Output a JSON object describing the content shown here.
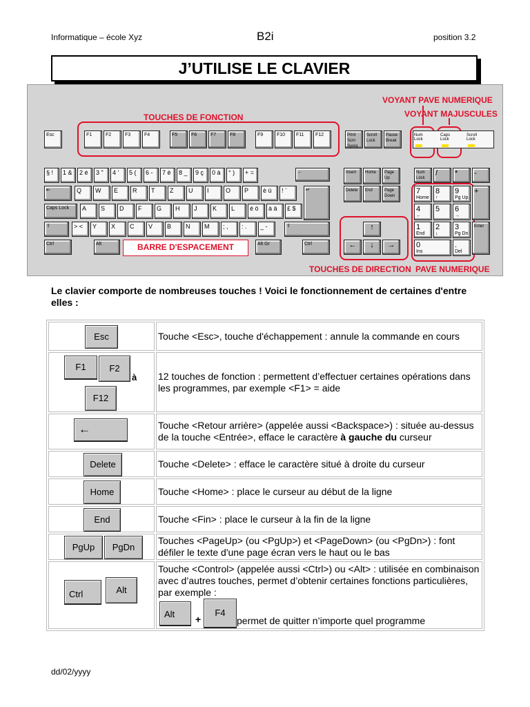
{
  "header": {
    "left": "Informatique – école Xyz",
    "center": "B2i",
    "right": "position 3.2"
  },
  "title": "J’UTILISE LE CLAVIER",
  "keyboard": {
    "labels": {
      "fonction": "TOUCHES DE FONCTION",
      "voyant_num": "VOYANT PAVE NUMERIQUE",
      "voyant_maj": "VOYANT MAJUSCULES",
      "espace": "BARRE D'ESPACEMENT",
      "direction": "TOUCHES DE DIRECTION",
      "pave": "PAVE NUMERIQUE"
    },
    "keys": {
      "esc": "Esc",
      "f1": "F1",
      "f2": "F2",
      "f3": "F3",
      "f4": "F4",
      "f5": "F5",
      "f6": "F6",
      "f7": "F7",
      "f8": "F8",
      "f9": "F9",
      "f10": "F10",
      "f11": "F11",
      "f12": "F12",
      "print": "Print Scrn Sysrq",
      "scroll": "Scroll Lock",
      "pause": "Pause Break",
      "numlock_led": "Num Lock",
      "caps_led": "Caps Lock",
      "scroll_led": "Scroll Lock",
      "insert": "Insert",
      "home": "Home",
      "pageup": "Page Up",
      "delete": "Delete",
      "end": "End",
      "pagedown": "Page Down",
      "numlock": "Num Lock",
      "div": "/",
      "mul": "*",
      "minus": "-",
      "plus": "+",
      "n7": "7",
      "n7s": "Home",
      "n8": "8",
      "n8s": "↑",
      "n9": "9",
      "n9s": "Pg Up",
      "n4": "4",
      "n4s": "←",
      "n5": "5",
      "n6": "6",
      "n6s": "→",
      "n1": "1",
      "n1s": "End",
      "n2": "2",
      "n2s": "↓",
      "n3": "3",
      "n3s": "Pg Dn",
      "n0": "0",
      "n0s": "Ins",
      "ndot": ".",
      "ndots": "Del",
      "enter": "Enter",
      "capslock": "Caps Lock",
      "ctrl": "Ctrl",
      "alt": "Alt",
      "altgr": "Alt Gr",
      "up": "↑",
      "down": "↓",
      "left": "←",
      "right": "→",
      "back": "←",
      "tab": "⇤",
      "shift": "⇧",
      "ret": "↵"
    },
    "row1": [
      "§ !",
      "1 &",
      "2 é",
      "3 \"",
      "4 '",
      "5 (",
      "6 -",
      "7 è",
      "8 _",
      "9 ç",
      "0 à",
      "° )",
      "+ ="
    ],
    "row2": [
      "Q",
      "W",
      "E",
      "R",
      "T",
      "Z",
      "U",
      "I",
      "O",
      "P",
      "è ü",
      "! ¨"
    ],
    "row3": [
      "A",
      "S",
      "D",
      "F",
      "G",
      "H",
      "J",
      "K",
      "L",
      "é ö",
      "à ä",
      "£ $"
    ],
    "row4": [
      "> <",
      "Y",
      "X",
      "C",
      "V",
      "B",
      "N",
      "M",
      "; ,",
      ": .",
      "_ -"
    ]
  },
  "intro": "Le clavier comporte de nombreuses touches ! Voici le fonctionnement de certaines d'entre elles :",
  "rows": [
    {
      "keys": [
        "Esc"
      ],
      "text": "Touche <Esc>, touche d'échappement : annule la commande en cours"
    },
    {
      "keys": [
        "F1",
        "F2",
        "F12"
      ],
      "sep": "à",
      "text": "12 touches de fonction : permettent d’effectuer certaines opérations dans les programmes, par exemple <F1> = aide"
    },
    {
      "keys": [
        "←"
      ],
      "text_a": "Touche <Retour arrière> (appelée aussi <Backspace>) : située au-dessus de la touche <Entrée>, efface le caractère ",
      "text_b": "à gauche du",
      "text_c": " curseur"
    },
    {
      "keys": [
        "Delete"
      ],
      "text": "Touche <Delete> : efface le caractère situé à droite du curseur"
    },
    {
      "keys": [
        "Home"
      ],
      "text": "Touche <Home> : place le curseur au début de la ligne"
    },
    {
      "keys": [
        "End"
      ],
      "text": "Touche <Fin> : place le curseur à la fin de la ligne"
    },
    {
      "keys": [
        "PgUp",
        "PgDn"
      ],
      "text": "Touches <PageUp> (ou <PgUp>) et <PageDown> (ou <PgDn>) : font défiler le texte d'une page écran vers le haut ou le bas"
    },
    {
      "keys": [
        "Ctrl",
        "Alt"
      ],
      "text": "Touche <Control> (appelée aussi <Ctrl>) ou <Alt> : utilisée en combinaison avec d’autres touches, permet d’obtenir certaines fonctions particulières, par exemple :",
      "combo": [
        "Alt",
        "+",
        "F4"
      ],
      "combo_text": " permet de quitter n’importe quel programme"
    }
  ],
  "footer": "dd/02/yyyy"
}
